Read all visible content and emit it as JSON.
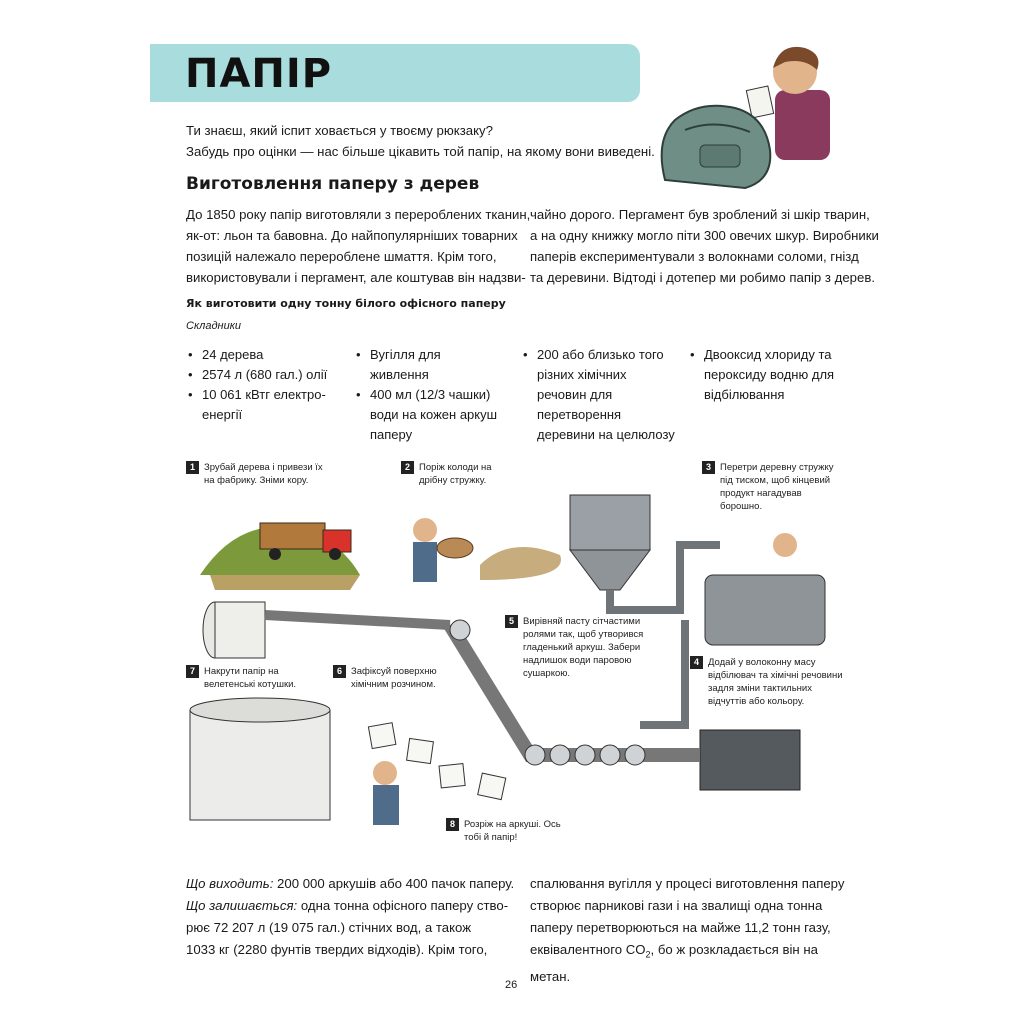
{
  "header": {
    "title": "ПАПІР"
  },
  "intro": [
    "Ти знаєш, який іспит ховається у твоєму рюкзаку?",
    "Забудь про оцінки — нас більше цікавить той папір, на якому вони виведені."
  ],
  "section": {
    "heading": "Виготовлення паперу з дерев",
    "left_lines": [
      "До 1850 року папір виготовляли з перероблених тканин,",
      "як-от: льон та бавовна. До найпопулярніших товарних",
      "позицій належало перероблене шмаття. Крім того,",
      "використовували і пергамент, але коштував він надзви-"
    ],
    "right_lines": [
      "чайно дорого. Пергамент був зроблений зі шкір тварин,",
      "а на одну книжку могло піти 300 овечих шкур. Виробники",
      "паперів експериментували з волокнами соломи, гнізд",
      "та деревини. Відтоді і дотепер ми робимо папір з дерев."
    ]
  },
  "recipe": {
    "title": "Як виготовити одну тонну білого офісного паперу",
    "ingredients_label": "Складники",
    "col1": [
      "24 дерева",
      "2574 л (680 гал.) олії",
      "10 061 кВтг електро-енергії"
    ],
    "col2": [
      "Вугілля для живлення",
      "400 мл (12/3 чашки) води на кожен аркуш паперу"
    ],
    "col3": [
      "200 або близько того різних хімічних речовин для перетворення деревини на целюлозу"
    ],
    "col4": [
      "Двооксид хлориду та пероксиду водню для відбілювання"
    ]
  },
  "steps": [
    {
      "num": "1",
      "text": "Зрубай дерева і привези їх на фабрику. Зніми кору."
    },
    {
      "num": "2",
      "text": "Поріж колоди на дрібну стружку."
    },
    {
      "num": "3",
      "text": "Перетри деревну стружку під тиском, щоб кінцевий продукт нагадував борошно."
    },
    {
      "num": "4",
      "text": "Додай у волоконну масу відбілювач та хімічні речовини задля зміни тактильних відчуттів або кольору."
    },
    {
      "num": "5",
      "text": "Вирівняй пасту сітчастими ролями так, щоб утворився гладенький аркуш. Забери надлишок води паровою сушаркою."
    },
    {
      "num": "6",
      "text": "Зафіксуй поверхню хімічним розчином."
    },
    {
      "num": "7",
      "text": "Накрути папір на велетенські котушки."
    },
    {
      "num": "8",
      "text": "Розріж на аркуші. Ось тобі й папір!"
    }
  ],
  "result": {
    "output_label": "Що виходить:",
    "output_text": "200 000 аркушів або 400 пачок паперу.",
    "left_label": "Що залишається:",
    "left_text_1": "одна тонна офісного паперу ство-",
    "left_line_2": "рює 72 207 л (19 075 гал.) стічних вод, а також",
    "left_line_3": "1033 кг (2280 фунтів твердих відходів). Крім того,",
    "right_lines": [
      "спалювання вугілля у процесі виготовлення паперу",
      "створює парникові гази і на звалищі одна тонна",
      "паперу перетворюються на майже 11,2 тонн газу,"
    ],
    "right_last_a": "еквівалентного CO",
    "right_last_sub": "2",
    "right_last_b": ", бо ж розкладається він на метан."
  },
  "footer": {
    "page_number": "26"
  },
  "colors": {
    "banner": "#a9dcdc",
    "truck": "#d8322b",
    "machine": "#8f9499"
  }
}
